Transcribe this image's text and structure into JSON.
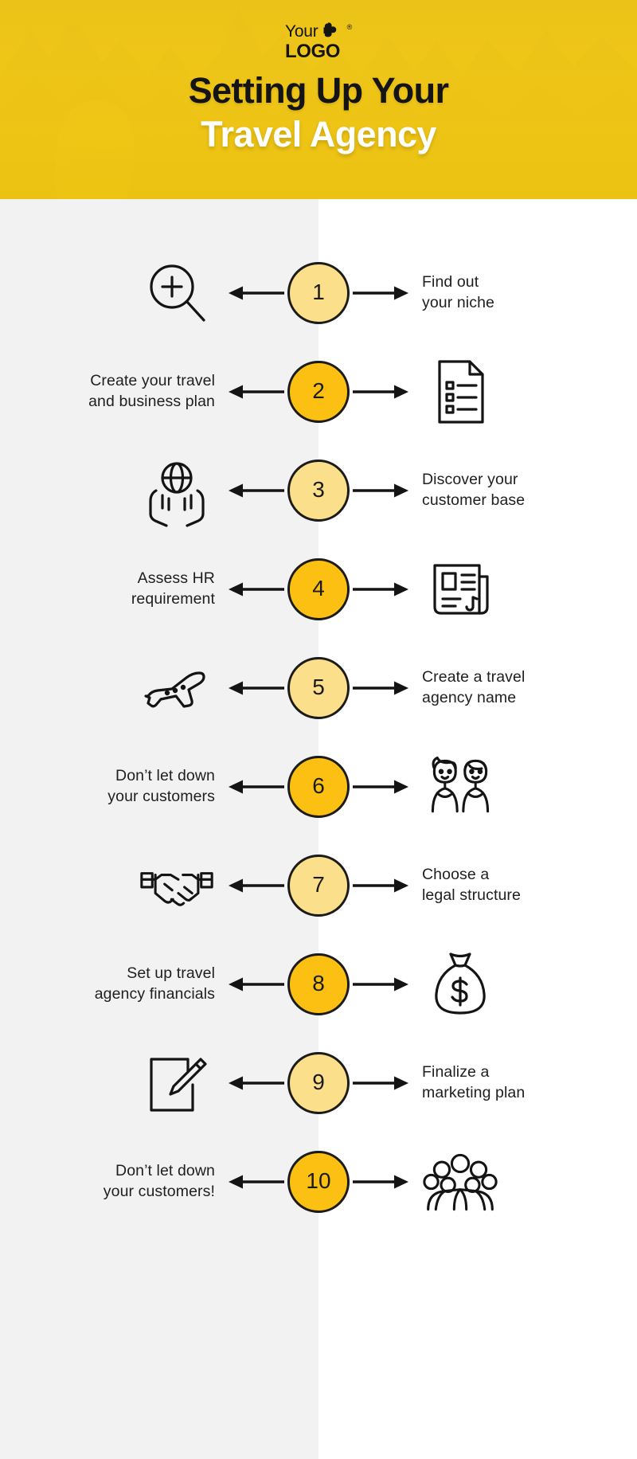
{
  "header": {
    "logo": {
      "line1": "Your",
      "mark": "clover-mark",
      "registered": "®",
      "line2": "LOGO"
    },
    "title_line1": "Setting Up Your",
    "title_line2": "Travel Agency",
    "background_image": "mountain-landscape-photo",
    "bg_color": "#F2C81C",
    "title_line1_color": "#141414",
    "title_line2_color": "#FFFFFF"
  },
  "theme": {
    "left_panel_color": "#F2F2F2",
    "right_panel_color": "#FFFFFF",
    "circle_light": "#FBDF8B",
    "circle_deep": "#FBC011",
    "stroke_color": "#1B1B1B",
    "text_color": "#202020"
  },
  "steps": [
    {
      "number": "1",
      "text": "Find out\nyour niche",
      "text_side": "right",
      "icon_side": "left",
      "icon": "magnifier-plus-icon",
      "circle_tone": "light"
    },
    {
      "number": "2",
      "text": "Create your travel\nand business plan",
      "text_side": "left",
      "icon_side": "right",
      "icon": "checklist-document-icon",
      "circle_tone": "deep"
    },
    {
      "number": "3",
      "text": "Discover your\ncustomer base",
      "text_side": "right",
      "icon_side": "left",
      "icon": "globe-in-hands-icon",
      "circle_tone": "light"
    },
    {
      "number": "4",
      "text": "Assess HR\nrequirement",
      "text_side": "left",
      "icon_side": "right",
      "icon": "newspaper-icon",
      "circle_tone": "deep"
    },
    {
      "number": "5",
      "text": "Create a travel\nagency name",
      "text_side": "right",
      "icon_side": "left",
      "icon": "airplane-icon",
      "circle_tone": "light"
    },
    {
      "number": "6",
      "text": "Don’t let down\nyour customers",
      "text_side": "left",
      "icon_side": "right",
      "icon": "two-customers-icon",
      "circle_tone": "deep"
    },
    {
      "number": "7",
      "text": "Choose a\nlegal structure",
      "text_side": "right",
      "icon_side": "left",
      "icon": "handshake-icon",
      "circle_tone": "light"
    },
    {
      "number": "8",
      "text": "Set up travel\nagency financials",
      "text_side": "left",
      "icon_side": "right",
      "icon": "money-bag-icon",
      "circle_tone": "deep"
    },
    {
      "number": "9",
      "text": "Finalize a\nmarketing plan",
      "text_side": "right",
      "icon_side": "left",
      "icon": "notepad-pen-icon",
      "circle_tone": "light"
    },
    {
      "number": "10",
      "text": "Don’t let down\nyour customers!",
      "text_side": "left",
      "icon_side": "right",
      "icon": "group-of-people-icon",
      "circle_tone": "deep"
    }
  ]
}
